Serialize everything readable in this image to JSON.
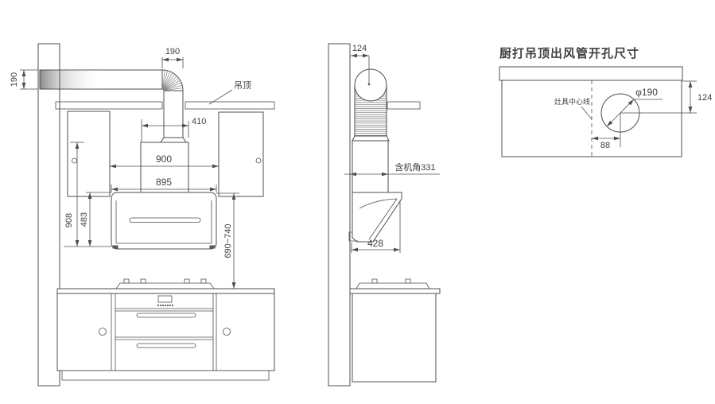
{
  "front_view": {
    "ceiling_label": "吊顶",
    "dim_duct_height": "190",
    "dim_duct_width": "190",
    "dim_chimney_width": "410",
    "dim_cabinet_opening": "900",
    "dim_hood_width": "895",
    "dim_install_height": "908",
    "dim_hood_height": "483",
    "dim_hood_clearance": "690~740"
  },
  "side_view": {
    "dim_duct_center": "124",
    "dim_depth_label": "含机角331",
    "dim_hood_depth": "428"
  },
  "opening_diagram": {
    "title": "厨打吊顶出风管开孔尺寸",
    "centerline_label": "灶具中心线",
    "dim_diameter": "φ190",
    "dim_top_offset": "124",
    "dim_center_offset": "88"
  }
}
